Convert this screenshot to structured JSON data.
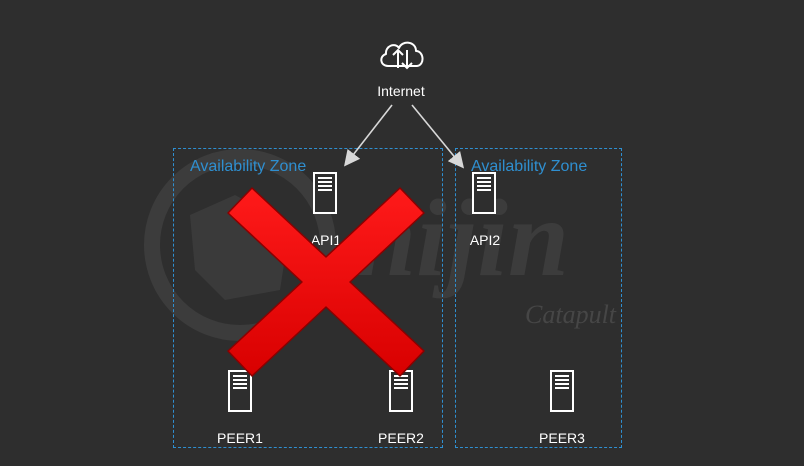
{
  "internet": {
    "label": "Internet",
    "icon": "cloud-upload-download-icon"
  },
  "zones": [
    {
      "label": "Availability Zone"
    },
    {
      "label": "Availability Zone"
    }
  ],
  "nodes": {
    "api1": {
      "label": "API1",
      "icon": "server-icon"
    },
    "api2": {
      "label": "API2",
      "icon": "server-icon"
    },
    "peer1": {
      "label": "PEER1",
      "icon": "server-icon"
    },
    "peer2": {
      "label": "PEER2",
      "icon": "server-icon"
    },
    "peer3": {
      "label": "PEER3",
      "icon": "server-icon"
    }
  },
  "watermark": {
    "brand": "nijin",
    "product": "Catapult"
  },
  "failure_mark": {
    "icon": "red-x-icon",
    "color": "#e60000"
  },
  "colors": {
    "background": "#2e2e2e",
    "zone_border": "#2f8fd0",
    "text": "#ffffff",
    "arrow": "#d8d8d8"
  }
}
